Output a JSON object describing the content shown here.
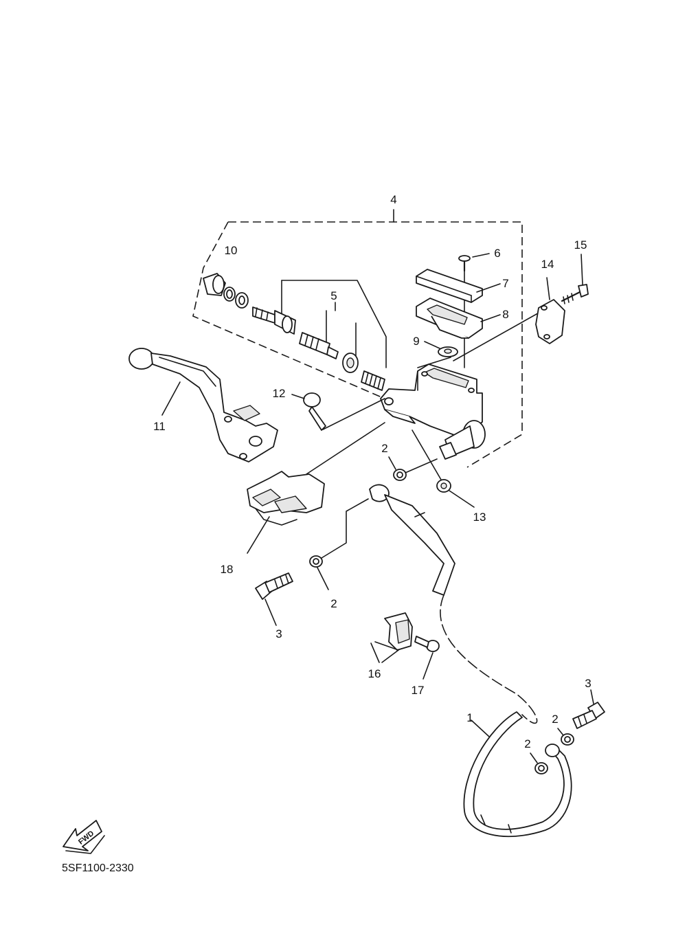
{
  "diagram": {
    "callouts": {
      "c1": "1",
      "c2a": "2",
      "c2b": "2",
      "c2c": "2",
      "c2d": "2",
      "c3a": "3",
      "c3b": "3",
      "c4": "4",
      "c5": "5",
      "c6": "6",
      "c7": "7",
      "c8": "8",
      "c9": "9",
      "c10": "10",
      "c11": "11",
      "c12": "12",
      "c13": "13",
      "c14": "14",
      "c15": "15",
      "c16": "16",
      "c17": "17",
      "c18": "18"
    },
    "fwd_label": "FWD",
    "diagram_code": "5SF1100-2330"
  }
}
